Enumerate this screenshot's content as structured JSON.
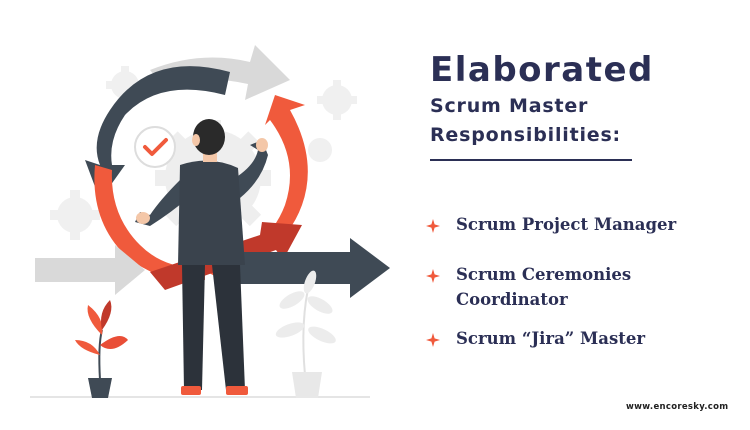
{
  "title": {
    "line1": "Elaborated",
    "line2": "Scrum Master",
    "line3": "Responsibilities:"
  },
  "responsibilities": [
    {
      "label": "Scrum Project Manager"
    },
    {
      "label": "Scrum Ceremonies Coordinator"
    },
    {
      "label": "Scrum “Jira” Master"
    }
  ],
  "website": "www.encoresky.com",
  "colors": {
    "navy": "#2b2f55",
    "accent": "#f05a3c",
    "dark_arrow": "#3f4a55",
    "grey_arrow": "#d9d9d9"
  },
  "icons": [
    "check-icon",
    "gear-icon",
    "star-bullet-icon",
    "plant-icon"
  ]
}
